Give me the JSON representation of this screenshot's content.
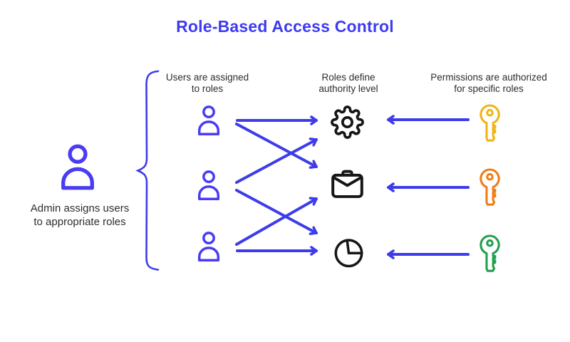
{
  "title": "Role-Based Access Control",
  "colors": {
    "title": "#3d3bf0",
    "arrow": "#3e3cea",
    "brace": "#3e3cea",
    "person": "#4a3cf2",
    "role_icon": "#161616",
    "key_yellow": "#f0b417",
    "key_orange": "#f07d16",
    "key_green": "#21a04c",
    "label_text": "#2d2d2d",
    "background": "#ffffff"
  },
  "admin": {
    "icon": "person-icon",
    "label_line1": "Admin assigns users",
    "label_line2": "to appropriate roles"
  },
  "columns": {
    "users": {
      "label_line1": "Users are assigned",
      "label_line2": "to roles",
      "items": [
        {
          "icon": "person-icon"
        },
        {
          "icon": "person-icon"
        },
        {
          "icon": "person-icon"
        }
      ]
    },
    "roles": {
      "label_line1": "Roles define",
      "label_line2": "authority level",
      "items": [
        {
          "icon": "gear-icon"
        },
        {
          "icon": "briefcase-icon"
        },
        {
          "icon": "pie-chart-icon"
        }
      ]
    },
    "permissions": {
      "label_line1": "Permissions are authorized",
      "label_line2": "for specific roles",
      "items": [
        {
          "icon": "key-icon",
          "color": "#f0b417"
        },
        {
          "icon": "key-icon",
          "color": "#f07d16"
        },
        {
          "icon": "key-icon",
          "color": "#21a04c"
        }
      ]
    }
  },
  "connections": {
    "user_to_role": [
      [
        1,
        1
      ],
      [
        1,
        2
      ],
      [
        2,
        1
      ],
      [
        2,
        3
      ],
      [
        3,
        2
      ],
      [
        3,
        3
      ]
    ],
    "key_to_role": [
      [
        1,
        1
      ],
      [
        2,
        2
      ],
      [
        3,
        3
      ]
    ]
  }
}
